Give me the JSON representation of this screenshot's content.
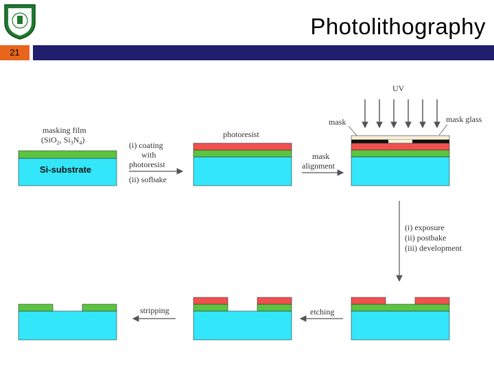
{
  "header": {
    "title": "Photolithography",
    "slide_number": "21"
  },
  "colors": {
    "substrate": "#33e6fa",
    "film": "#5cc43f",
    "photoresist": "#f0514f",
    "mask": "#111111",
    "mask_glass": "#f7f0d8",
    "title_bar": "#1f1f6e",
    "slide_number_bg": "#e8651c"
  },
  "labels": {
    "masking_film_1": "masking film",
    "masking_film_2a": "(SiO",
    "masking_film_2b": "2",
    "masking_film_2c": ", Si",
    "masking_film_2d": "3",
    "masking_film_2e": "N",
    "masking_film_2f": "4",
    "masking_film_2g": ")",
    "si_substrate": "Si-substrate",
    "step1_line1": "(i) coating",
    "step1_line2": "with",
    "step1_line3": "photoresist",
    "step1_line4": "(ii) sofbake",
    "photoresist": "photoresist",
    "mask_alignment_1": "mask",
    "mask_alignment_2": "alignment",
    "uv": "UV",
    "mask": "mask",
    "mask_glass": "mask glass",
    "exposure_1": "(i) exposure",
    "exposure_2": "(ii) postbake",
    "exposure_3": "(iii) development",
    "etching": "etching",
    "stripping": "stripping"
  }
}
